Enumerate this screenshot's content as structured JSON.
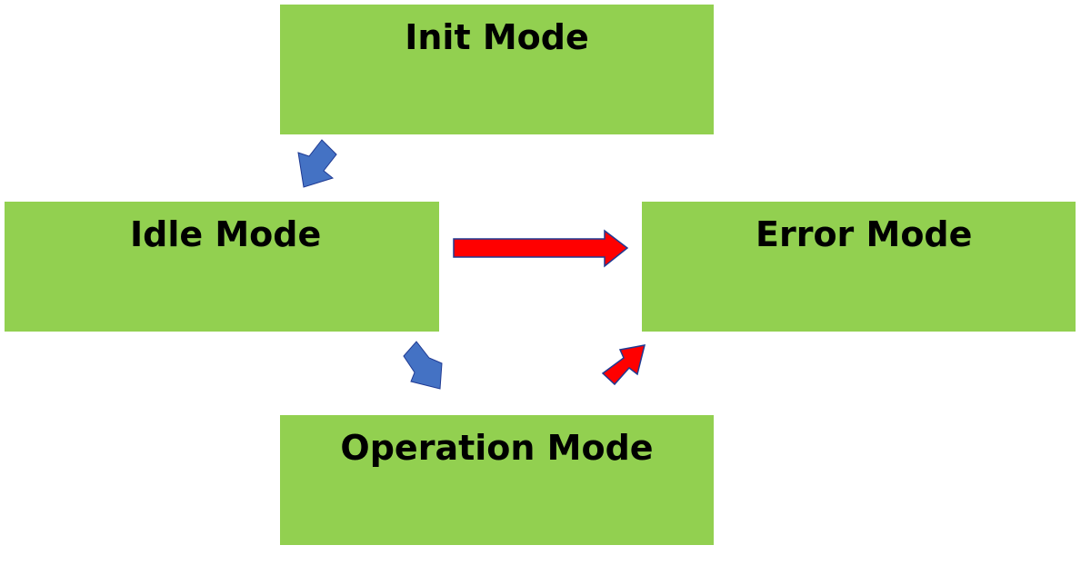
{
  "colors": {
    "box_fill": "#92d050",
    "text": "#000000",
    "normal_arrow": "#4472c4",
    "error_arrow": "#ff0000",
    "arrow_outline": "#1f3a93"
  },
  "modes": {
    "init": {
      "label": "Init Mode"
    },
    "idle": {
      "label": "Idle Mode"
    },
    "error": {
      "label": "Error Mode"
    },
    "operation": {
      "label": "Operation Mode"
    }
  },
  "transitions": [
    {
      "from": "Init Mode",
      "to": "Idle Mode",
      "color": "blue"
    },
    {
      "from": "Idle Mode",
      "to": "Error Mode",
      "color": "red"
    },
    {
      "from": "Idle Mode",
      "to": "Operation Mode",
      "color": "blue"
    },
    {
      "from": "Operation Mode",
      "to": "Error Mode",
      "color": "red"
    }
  ]
}
